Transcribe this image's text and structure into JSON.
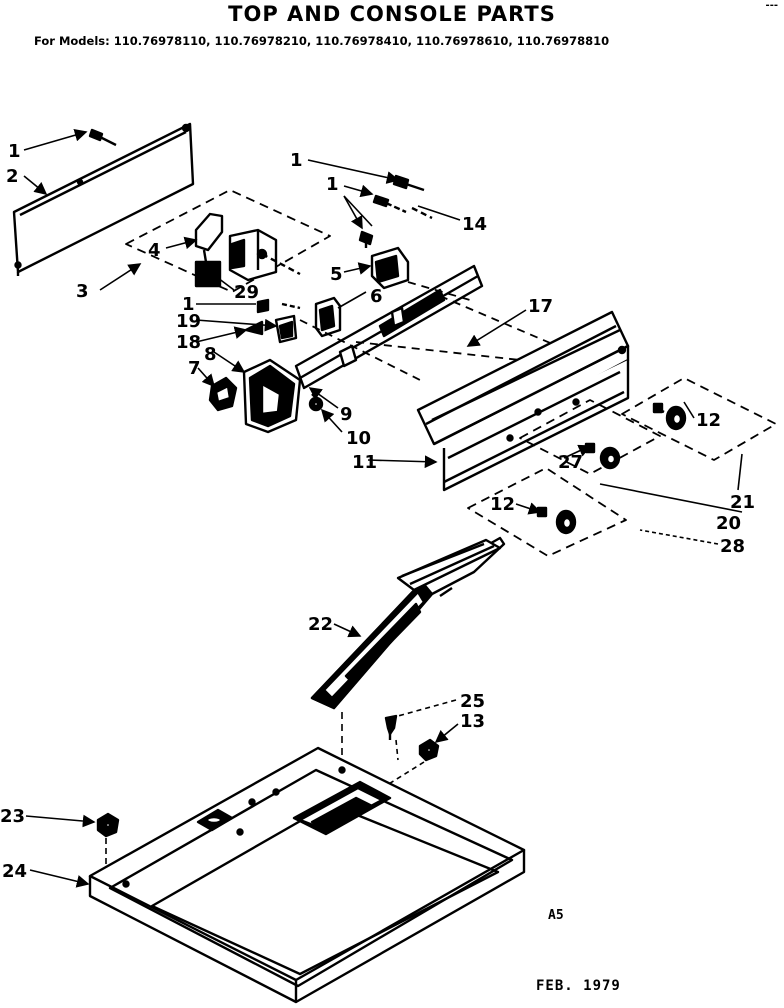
{
  "header": {
    "title": "TOP AND CONSOLE PARTS",
    "models_label": "For Models: 110.76978110, 110.76978210, 110.76978410, 110.76978610, 110.76978810",
    "corner_mark": "---"
  },
  "footer": {
    "code": "A5",
    "date": "FEB. 1979"
  },
  "callouts": {
    "c1a": "1",
    "c2": "2",
    "c3": "3",
    "c1b": "1",
    "c1c": "1",
    "c14": "14",
    "c4": "4",
    "c29": "29",
    "c5": "5",
    "c6": "6",
    "c1d": "1",
    "c19": "19",
    "c18": "18",
    "c8": "8",
    "c7": "7",
    "c17": "17",
    "c9": "9",
    "c10": "10",
    "c11": "11",
    "c12a": "12",
    "c27": "27",
    "c21": "21",
    "c12b": "12",
    "c20": "20",
    "c28": "28",
    "c22": "22",
    "c25": "25",
    "c13": "13",
    "c23": "23",
    "c24": "24"
  }
}
